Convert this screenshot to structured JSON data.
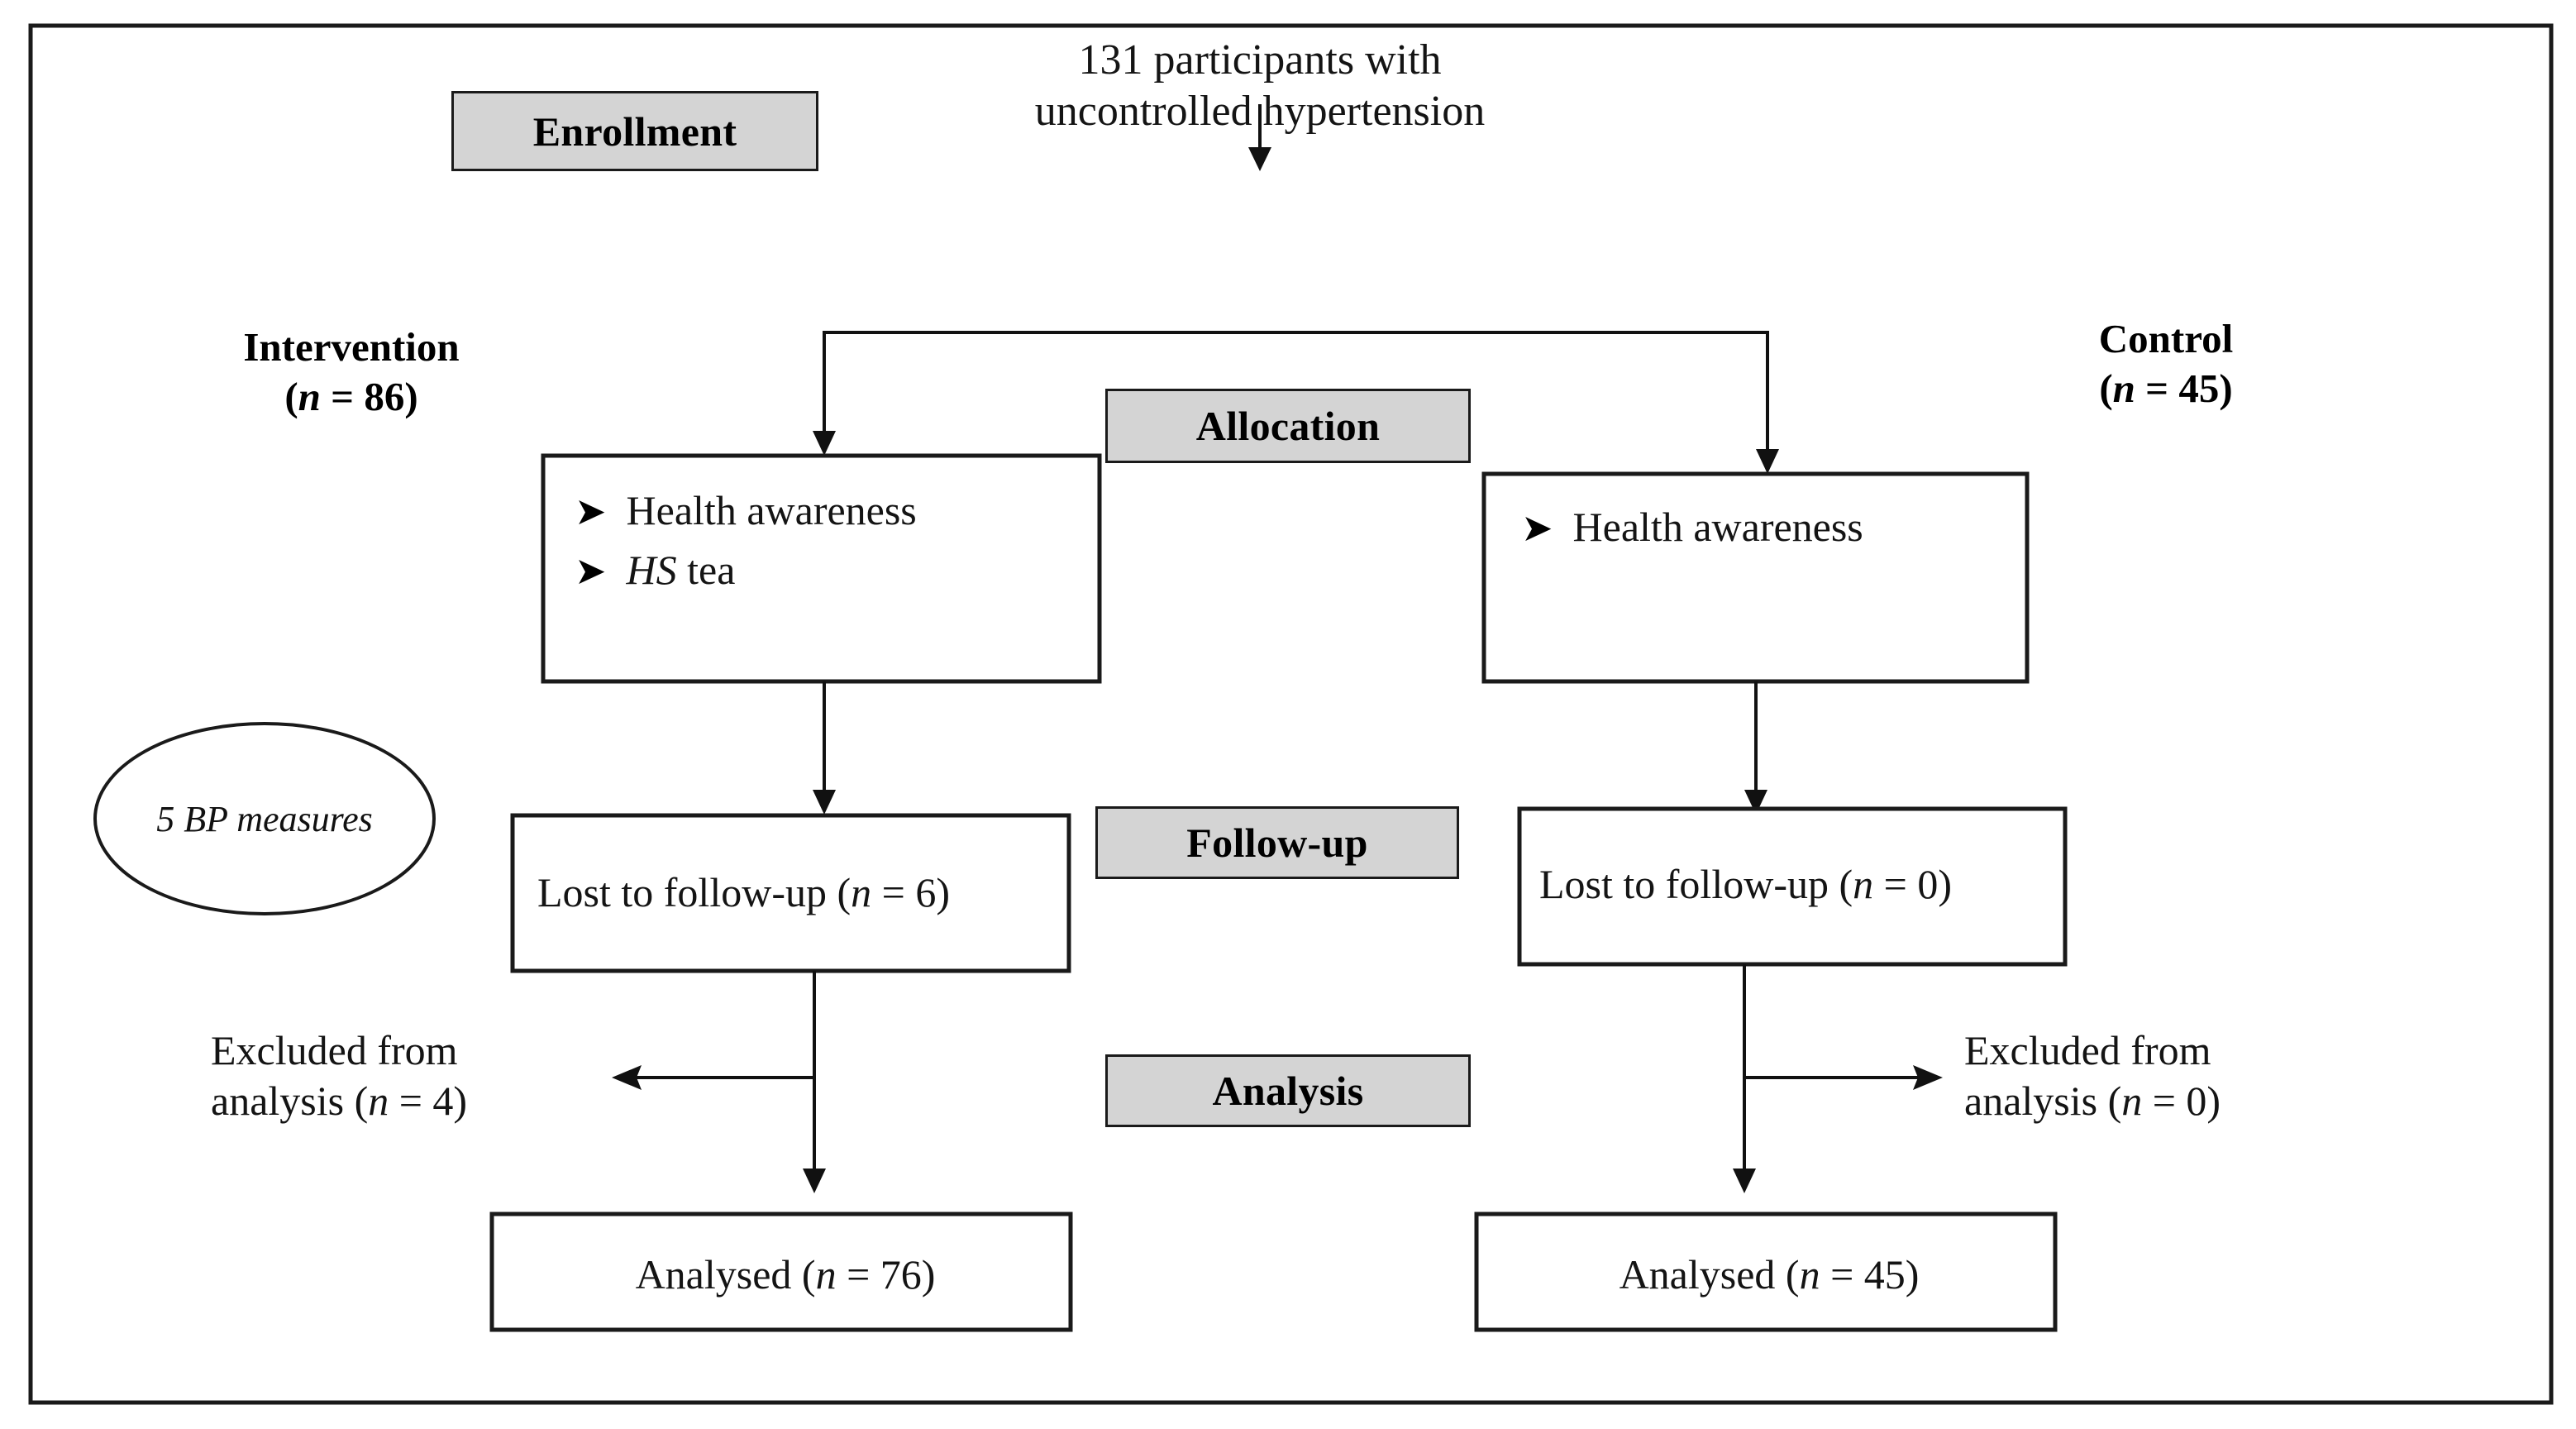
{
  "figure": {
    "type": "consort-flow-diagram",
    "frame": {
      "border_color": "#1a1a1a",
      "background": "#ffffff"
    },
    "stage_label_fill": "#d4d4d4"
  },
  "stages": {
    "enrollment": "Enrollment",
    "allocation": "Allocation",
    "followup": "Follow-up",
    "analysis": "Analysis"
  },
  "enrollment": {
    "participants_line1": "131 participants with",
    "participants_line2": "uncontrolled hypertension"
  },
  "arms": {
    "intervention": {
      "name": "Intervention",
      "n_prefix": "(",
      "n_italic": "n",
      "n_value": " = 86)",
      "n_text": "(n = 86)"
    },
    "control": {
      "name": "Control",
      "n_italic": "n",
      "n_value": " = 45)",
      "n_text": "(n = 45)"
    }
  },
  "allocation_boxes": {
    "intervention_items": [
      {
        "bullet": "➤",
        "text": "Health awareness",
        "italic_part": "",
        "plain_part": "Health awareness"
      },
      {
        "bullet": "➤",
        "text": "HS tea",
        "italic_part": "HS",
        "plain_part": " tea"
      }
    ],
    "control_items": [
      {
        "bullet": "➤",
        "text": "Health awareness",
        "italic_part": "",
        "plain_part": "Health awareness"
      }
    ]
  },
  "followup_boxes": {
    "intervention": {
      "label": "Lost to follow-up (",
      "italic_n": "n",
      "value": " = 6)",
      "full": "Lost to follow-up (n = 6)"
    },
    "control": {
      "label": "Lost to follow-up (",
      "italic_n": "n",
      "value": " = 0)",
      "full": "Lost to follow-up (n = 0)"
    }
  },
  "excluded": {
    "intervention": {
      "line1": "Excluded from",
      "line2_pre": "analysis (",
      "italic_n": "n",
      "line2_post": " = 4)",
      "line2_full": "analysis (n = 4)"
    },
    "control": {
      "line1": "Excluded from",
      "line2_pre": "analysis (",
      "italic_n": "n",
      "line2_post": " = 0)",
      "line2_full": "analysis (n = 0)"
    }
  },
  "analysed_boxes": {
    "intervention": {
      "label": "Analysed (",
      "italic_n": "n",
      "value": " = 76)",
      "full": "Analysed (n = 76)"
    },
    "control": {
      "label": "Analysed (",
      "italic_n": "n",
      "value": " = 45)",
      "full": "Analysed (n = 45)"
    }
  },
  "annotation_ellipse": {
    "text": "5 BP measures"
  }
}
